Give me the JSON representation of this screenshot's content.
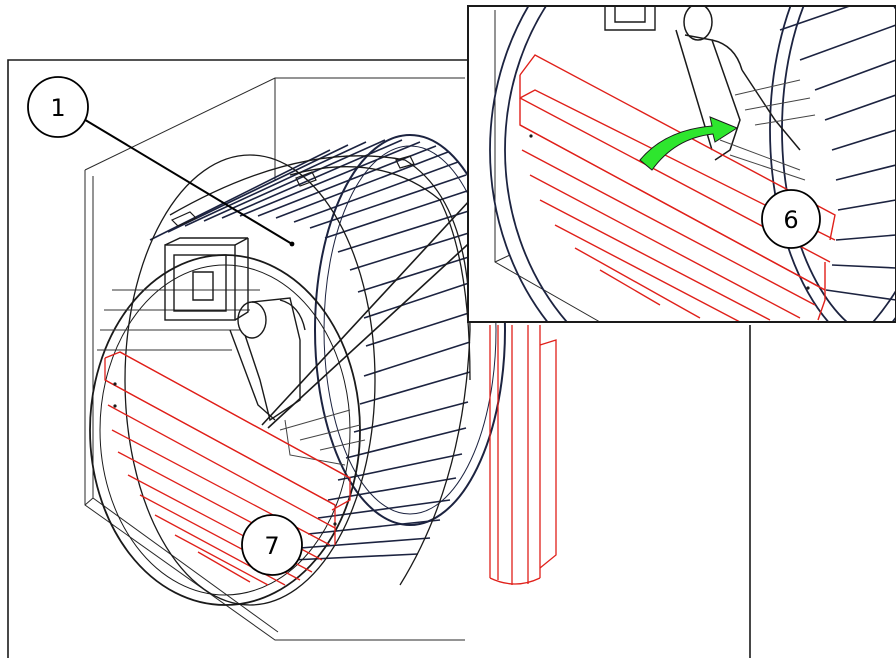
{
  "callouts": {
    "main_barrel": "1",
    "inset_bench": "6",
    "main_bench": "7"
  },
  "colors": {
    "outline": "#1a1a1a",
    "staves": "#1c2340",
    "highlight_parts": "#e0201a",
    "rotation_arrow": "#2ee62e",
    "background": "#ffffff"
  },
  "icons": {
    "rotation_arrow": "curved-arrow-icon"
  }
}
